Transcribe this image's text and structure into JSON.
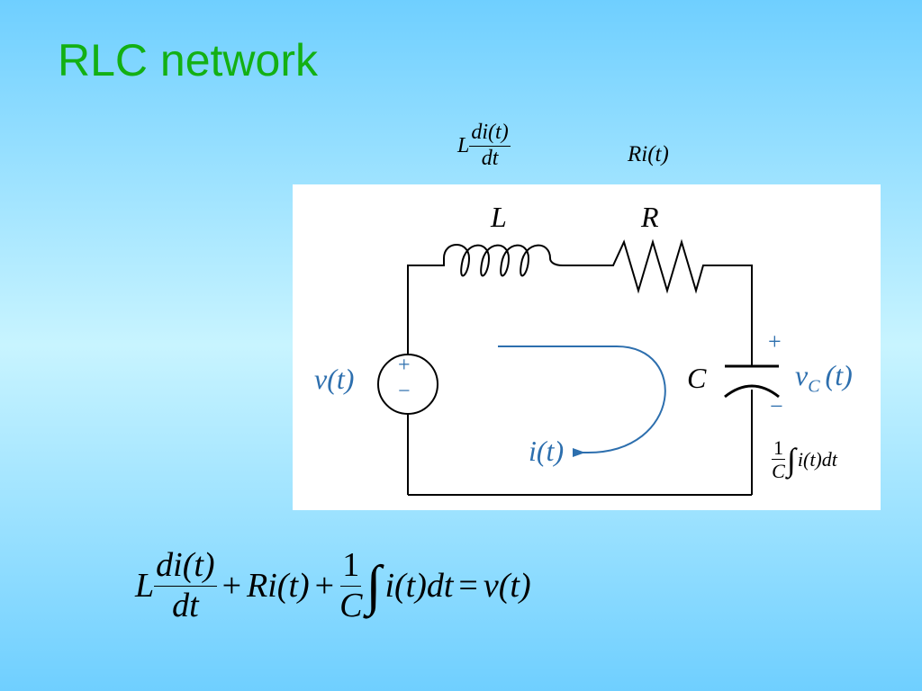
{
  "slide": {
    "title": "RLC network"
  },
  "annotations": {
    "inductor_voltage": {
      "prefix": "L",
      "num": "di(t)",
      "den": "dt"
    },
    "resistor_voltage": "Ri(t)",
    "capacitor_voltage": {
      "num": "1",
      "den": "C",
      "integral": "∫",
      "integrand": "i(t)dt"
    }
  },
  "circuit": {
    "inductor_label": "L",
    "resistor_label": "R",
    "capacitor_label": "C",
    "source_label": "v(t)",
    "source_plus": "+",
    "source_minus": "−",
    "current_label": "i(t)",
    "cap_voltage_label": "v",
    "cap_voltage_sub": "C",
    "cap_voltage_arg": "(t)",
    "cap_plus": "+",
    "cap_minus": "−",
    "label_color": "#2d6fae"
  },
  "equation": {
    "term1_prefix": "L",
    "term1_num": "di(t)",
    "term1_den": "dt",
    "plus1": "+",
    "term2": "Ri(t)",
    "plus2": "+",
    "term3_num": "1",
    "term3_den": "C",
    "integral": "∫",
    "term3_integrand": "i(t)dt",
    "equals": "=",
    "rhs": "v(t)"
  },
  "colors": {
    "title": "#13b013",
    "background_top": "#6fcfff",
    "background_mid": "#c8f4ff"
  }
}
